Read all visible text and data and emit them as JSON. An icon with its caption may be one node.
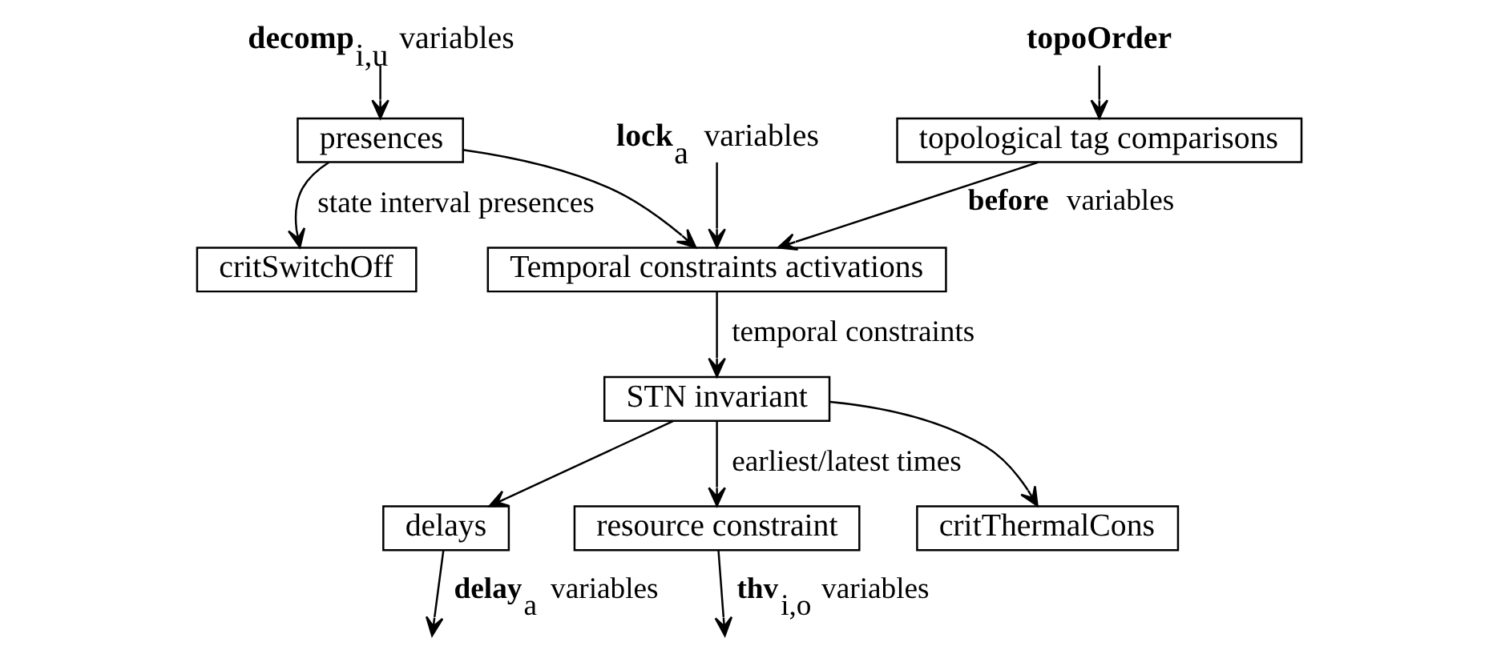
{
  "diagram": {
    "nodes": [
      {
        "text": [
          "**decomp**$_{i,u}$ variables"
        ]
      },
      {
        "text": [
          "presences"
        ]
      },
      {
        "text": [
          "**lock**$_{a}$ variables"
        ]
      },
      {
        "text": [
          "topoOrder"
        ]
      },
      {
        "text": [
          "topological tag comparisons"
        ]
      },
      {
        "text": [
          "Temporal constraints activations"
        ]
      },
      {
        "text": [
          "critSwitchOff"
        ]
      },
      {
        "text": [
          "STN invariant"
        ]
      },
      {
        "text": [
          "delays"
        ]
      },
      {
        "text": [
          "resource constraint"
        ]
      },
      {
        "text": [
          "critThermalCons"
        ]
      }
    ],
    "edges": [
      {
        "from": 0,
        "to": 1,
        "arrow": "to"
      },
      {
        "from": 1,
        "to": 6,
        "arrow": "to",
        "label": "state interval presences"
      },
      {
        "from": 1,
        "to": 5,
        "arrow": "to"
      },
      {
        "from": 2,
        "to": 5,
        "arrow": "to"
      },
      {
        "from": 3,
        "to": 4,
        "arrow": "to"
      },
      {
        "from": 4,
        "to": 5,
        "arrow": "to",
        "label": "**before** variables"
      },
      {
        "from": 5,
        "to": 7,
        "arrow": "to",
        "label": "temporal constraints"
      },
      {
        "from": 7,
        "to": 8,
        "arrow": "to"
      },
      {
        "from": 7,
        "to": 9,
        "arrow": "to",
        "label": "earliest/latest times"
      },
      {
        "from": 7,
        "to": 10,
        "arrow": "to"
      },
      {
        "from": 8,
        "to": null,
        "arrow": "to",
        "label": "**delay**$_{a}$ variables"
      },
      {
        "from": 9,
        "to": null,
        "arrow": "to",
        "label": "**thv**$_{i,o}$ variables"
      }
    ]
  }
}
